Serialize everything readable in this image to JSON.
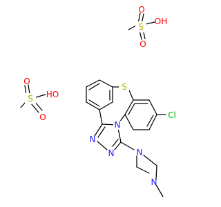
{
  "labels": {
    "o": "O",
    "s": "S",
    "oh": "OH",
    "ho": "HO",
    "n": "N",
    "cl": "Cl"
  },
  "colors": {
    "bond": "#000000",
    "oxygen": "#ff0000",
    "sulfur": "#b3b300",
    "nitrogen": "#1a1aff",
    "chlorine": "#00b300",
    "background": "#ffffff"
  }
}
